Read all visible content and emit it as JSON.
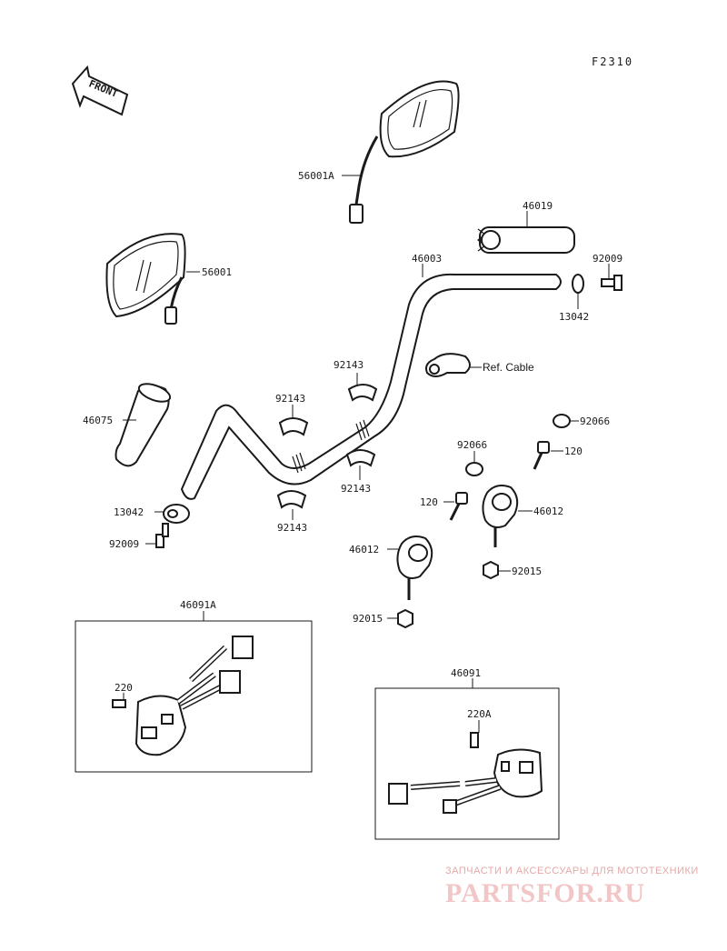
{
  "figure_code": "F2310",
  "front_label": "FRONT",
  "labels": {
    "mirror_right": "56001A",
    "mirror_left": "56001",
    "grip_right": "46019",
    "handlebar": "46003",
    "bolt_right": "92009",
    "weight_right": "13042",
    "cable_clamp": "Ref. Cable",
    "damper_a": "92143",
    "damper_b": "92143",
    "damper_c": "92143",
    "damper_d": "92143",
    "grip_left": "46075",
    "weight_left": "13042",
    "bolt_left": "92009",
    "cap_a": "92066",
    "cap_b": "92066",
    "bolt_120_a": "120",
    "bolt_120_b": "120",
    "holder_a": "46012",
    "holder_b": "46012",
    "nut_a": "92015",
    "nut_b": "92015",
    "switch_left": "46091A",
    "switch_left_screw": "220",
    "switch_right": "46091",
    "switch_right_screw": "220A"
  },
  "watermark": {
    "subtitle": "ЗАПЧАСТИ И АКСЕССУАРЫ ДЛЯ МОТОТЕХНИКИ",
    "logo": "PARTSFOR.RU"
  }
}
